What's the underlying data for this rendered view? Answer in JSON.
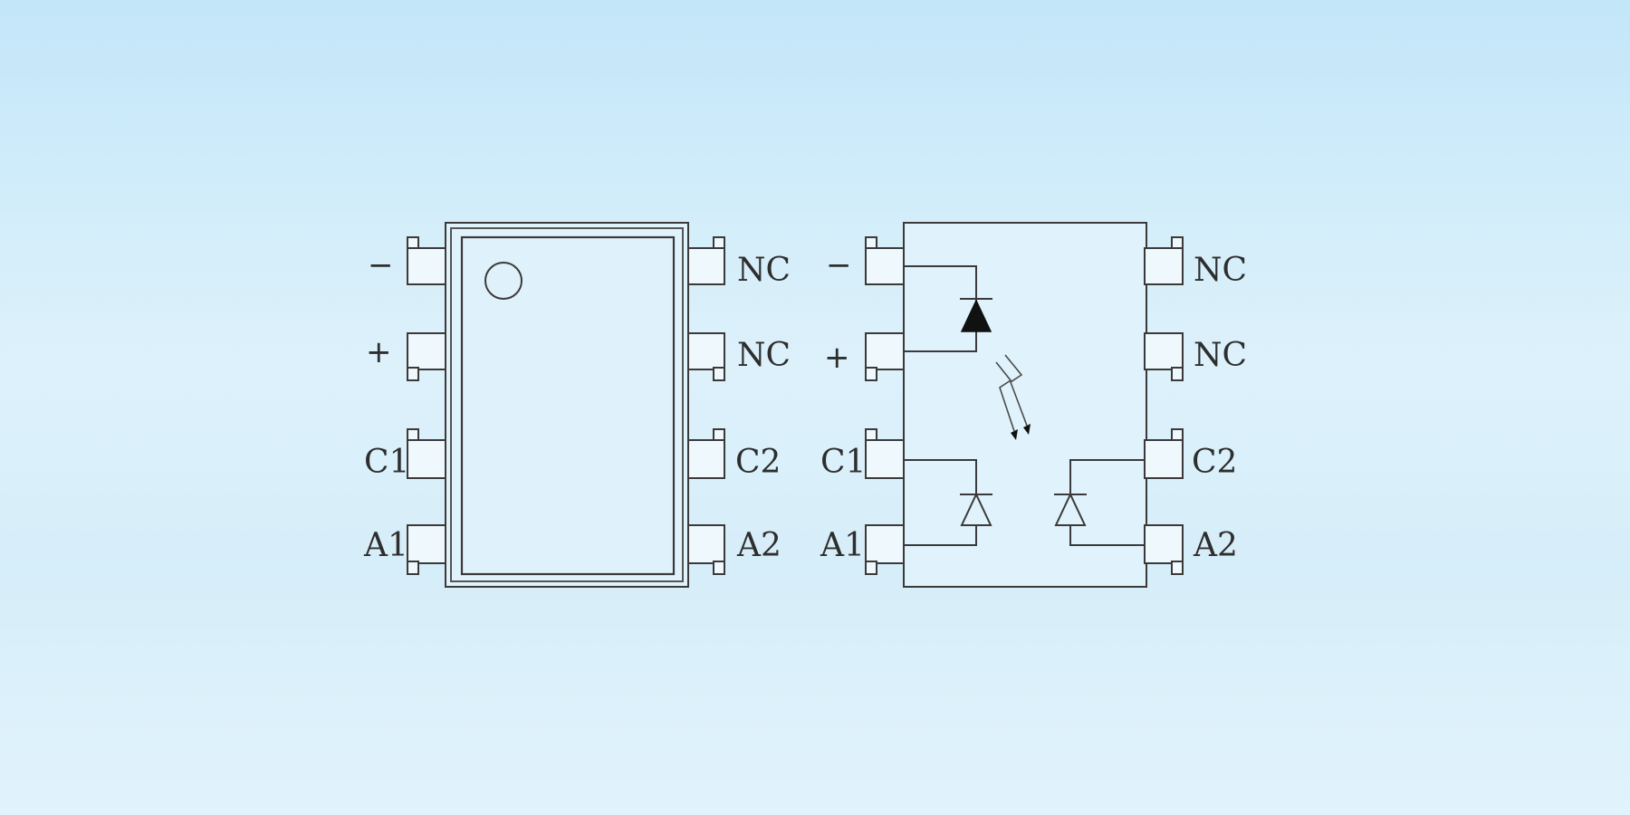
{
  "package_view": {
    "left_pins": [
      "−",
      "+",
      "C1",
      "A1"
    ],
    "right_pins": [
      "NC",
      "NC",
      "C2",
      "A2"
    ]
  },
  "schematic_view": {
    "left_pins": [
      "−",
      "+",
      "C1",
      "A1"
    ],
    "right_pins": [
      "NC",
      "NC",
      "C2",
      "A2"
    ]
  },
  "colors": {
    "line": "#3a3a3a",
    "background_top": "#c3e6f9",
    "background_bottom": "#e1f3fc"
  }
}
